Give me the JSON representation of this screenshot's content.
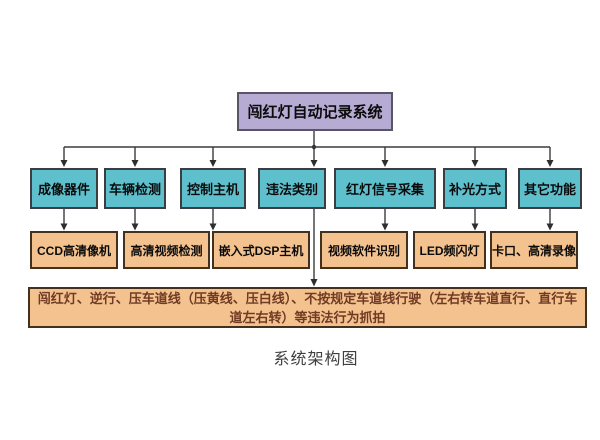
{
  "diagram": {
    "caption": "系统架构图",
    "root": {
      "label": "闯红灯自动记录系统"
    },
    "tier1": [
      {
        "label": "成像器件"
      },
      {
        "label": "车辆检测"
      },
      {
        "label": "控制主机"
      },
      {
        "label": "违法类别"
      },
      {
        "label": "红灯信号采集"
      },
      {
        "label": "补光方式"
      },
      {
        "label": "其它功能"
      }
    ],
    "tier2": [
      {
        "label": "CCD高清像机"
      },
      {
        "label": "高清视频检测"
      },
      {
        "label": "嵌入式DSP主机"
      },
      {
        "label": "视频软件识别"
      },
      {
        "label": "LED频闪灯"
      },
      {
        "label": "卡口、高清录像"
      }
    ],
    "summary": {
      "label": "闯红灯、逆行、压车道线（压黄线、压白线）、不按规定车道线行驶（左右转车道直行、直行车道左右转）等违法行为抓拍"
    },
    "colors": {
      "root_fill": "#b6abd2",
      "root_border": "#5a5564",
      "tier1_fill": "#5fc0cd",
      "tier1_border": "#3a3d42",
      "tier2_fill": "#f4c28f",
      "tier2_border": "#43301d",
      "connector_line": "#3c3c3c",
      "summary_text": "#6f3b24",
      "background": "#ffffff"
    }
  }
}
